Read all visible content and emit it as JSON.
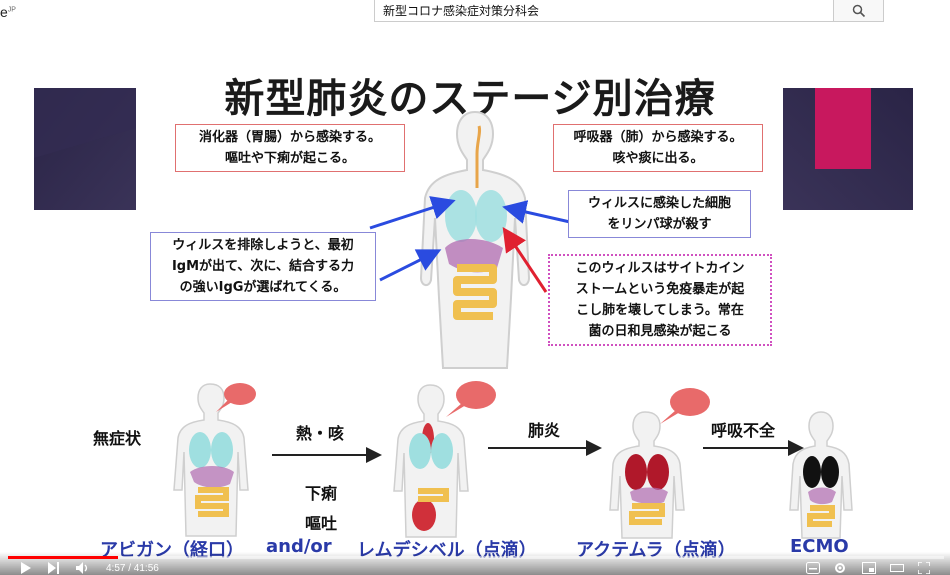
{
  "browser": {
    "logo_fragment": "e",
    "logo_super": "JP",
    "search_value": "新型コロナ感染症対策分科会",
    "search_icon": "search-icon"
  },
  "slide": {
    "title": "新型肺炎のステージ別治療",
    "boxes": {
      "digestive_line1": "消化器（胃腸）から感染する。",
      "digestive_line2": "嘔吐や下痢が起こる。",
      "respiratory_line1": "呼吸器（肺）から感染する。",
      "respiratory_line2": "咳や痰に出る。",
      "lymph_line1": "ウィルスに感染した細胞",
      "lymph_line2": "をリンパ球が殺す",
      "antibody_line1": "ウィルスを排除しようと、最初",
      "antibody_line2": "IgMが出て、次に、結合する力",
      "antibody_line3": "の強いIgGが選ばれてくる。",
      "cytokine_line1": "このウィルスはサイトカイン",
      "cytokine_line2": "ストームという免疫暴走が起",
      "cytokine_line3": "こし肺を壊してしまう。常在",
      "cytokine_line4": "菌の日和見感染が起こる"
    },
    "stages": {
      "asymptomatic": "無症状",
      "fever_cough": "熱・咳",
      "diarrhea": "下痢",
      "vomit": "嘔吐",
      "pneumonia": "肺炎",
      "respiratory_failure": "呼吸不全"
    },
    "drugs": {
      "avigan": "アビガン（経口）",
      "and_or": "and/or",
      "remdesivir": "レムデシベル（点滴）",
      "actemra": "アクテムラ（点滴）",
      "ecmo": "ECMO"
    },
    "colors": {
      "drug_text": "#2a3aa8",
      "box_red": "#e07070",
      "box_blue": "#8888d8",
      "box_pink": "#d050c0",
      "arrow_blue": "#2a4be0",
      "arrow_red": "#e02030"
    }
  },
  "player": {
    "time": "4:57 / 41:56",
    "progress_fraction": 0.118
  }
}
